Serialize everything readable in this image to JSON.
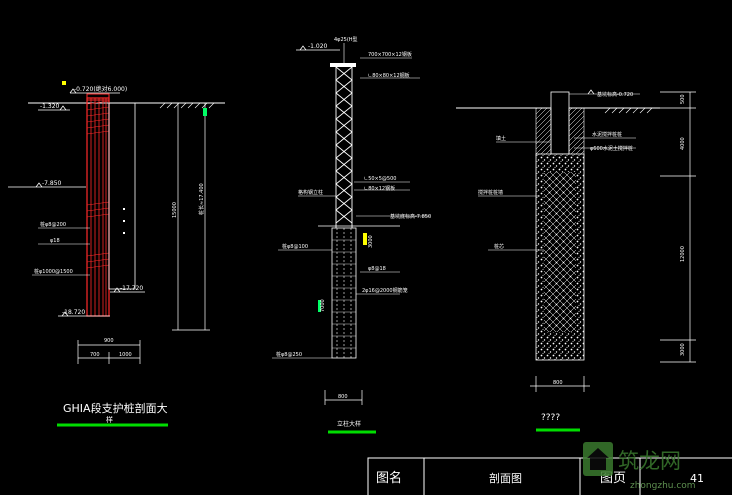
{
  "colors": {
    "background": "#000000",
    "line": "#ffffff",
    "pile_red": "#ff2a2a",
    "dimension_green": "#00ff66",
    "title_underline": "#00dd00",
    "accent_yellow": "#ffff00",
    "watermark_green": "#3a7a2e"
  },
  "left_section": {
    "top_elev": "-0.720(绝对6.000)",
    "ground_elev": "-1.320",
    "mid_elev": "-7.850",
    "lower_elev": "-17.720",
    "bottom_elev": "-18.720",
    "callout_spiral": "桩φ8@200",
    "callout_main": "φ18",
    "callout_pile": "桩φ1000@1500",
    "vertical_text": "桩长≈17.400",
    "side_text": "15000",
    "dim_total": "900",
    "dim_left": "700",
    "dim_right": "1000",
    "title": "GHIA段支护桩剖面大",
    "title_cont": "样"
  },
  "middle_section": {
    "top_label": "4φ25(H型",
    "top_elev": "-1.020",
    "plate_spec": "700×700×12钢板",
    "angle_spec": "∟80×80×12钢板",
    "lattice_spec1": "∟50×5@500",
    "lattice_spec2": "∟80×12钢板",
    "column_label": "格构钢立柱",
    "bottom_elev": "基坑底标高-7.850",
    "dim_embed": "3000",
    "pile_rebar": "桩φ8@100",
    "rebar_spec": "φ8@18",
    "pile_len": "7000",
    "pile_spec": "2φ16@2000钢筋笼",
    "bottom_rebar": "桩φ8@250",
    "dim_bottom": "800",
    "title": "立柱大样"
  },
  "right_section": {
    "top_elev": "基坑标高-0.720",
    "label_fill": "填土",
    "label_mix": "搅拌桩桩墙",
    "label_mix_detail": "φ600水泥土搅拌桩",
    "label_pile": "桩芯",
    "label_cement": "水泥搅拌桩桩",
    "dim_top": "500",
    "dim_2": "4000",
    "dim_3": "12000",
    "dim_4": "3000",
    "dim_bottom": "800",
    "title": "????"
  },
  "title_block": {
    "label_name": "图名",
    "drawing_name": "剖面图",
    "label_page": "图页",
    "page_number": "41"
  },
  "watermark": {
    "brand": "筑龙网",
    "url": "zhongzhu.com"
  }
}
